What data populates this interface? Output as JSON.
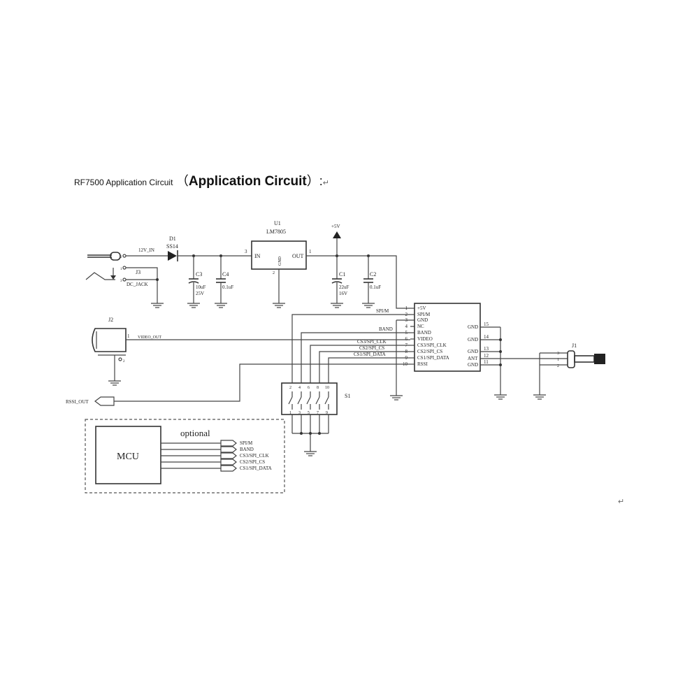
{
  "header": {
    "title_prefix": "RF7500 Application Circuit",
    "title_open": "（",
    "title_main": "Application Circuit",
    "title_close": "）:",
    "return_mark": "↵"
  },
  "power": {
    "supply_net": "12V_IN",
    "diode": {
      "ref": "D1",
      "part": "SS14"
    },
    "jack": {
      "ref": "J3",
      "part": "DC_JACK",
      "pins": [
        "2",
        "1",
        "3"
      ]
    },
    "regulator": {
      "ref": "U1",
      "part": "LM7805",
      "in_label": "IN",
      "out_label": "OUT",
      "gnd_label": "GND",
      "pin_in": "3",
      "pin_out": "1",
      "pin_gnd": "2"
    },
    "caps": [
      {
        "ref": "C3",
        "value": "10uF",
        "rating": "25V"
      },
      {
        "ref": "C4",
        "value": "0.1uF"
      },
      {
        "ref": "C1",
        "value": "22uF",
        "rating": "16V"
      },
      {
        "ref": "C2",
        "value": "0.1uF"
      }
    ],
    "vcc_label": "+5V"
  },
  "module": {
    "left_pins": [
      {
        "num": "1",
        "label": "+5V"
      },
      {
        "num": "2",
        "label": "SPI/M"
      },
      {
        "num": "3",
        "label": "GND"
      },
      {
        "num": "4",
        "label": "NC"
      },
      {
        "num": "5",
        "label": "BAND"
      },
      {
        "num": "6",
        "label": "VIDEO"
      },
      {
        "num": "7",
        "label": "CS3/SPI_CLK"
      },
      {
        "num": "8",
        "label": "CS2/SPI_CS"
      },
      {
        "num": "9",
        "label": "CS1/SPI_DATA"
      },
      {
        "num": "10",
        "label": "RSSI"
      }
    ],
    "right_pins": [
      {
        "num": "15",
        "label": "GND"
      },
      {
        "num": "14",
        "label": "GND"
      },
      {
        "num": "13",
        "label": "GND"
      },
      {
        "num": "12",
        "label": "ANT"
      },
      {
        "num": "11",
        "label": "GND"
      }
    ]
  },
  "nets": {
    "spi_m": "SPI/M",
    "band": "BAND",
    "cs3": "CS3/SPI_CLK",
    "cs2": "CS2/SPI_CS",
    "cs1": "CS1/SPI_DATA",
    "video_out": "VIDEO_OUT",
    "rssi_out": "RSSI_OUT"
  },
  "connectors": {
    "j2": {
      "ref": "J2",
      "pin1": "1",
      "pin2": "2"
    },
    "j1": {
      "ref": "J1",
      "pins": [
        "3",
        "1",
        "2"
      ]
    }
  },
  "switch": {
    "ref": "S1",
    "top_pins": [
      "2",
      "4",
      "6",
      "8",
      "10"
    ],
    "bottom_pins": [
      "1",
      "3",
      "5",
      "7",
      "9"
    ]
  },
  "optional": {
    "label": "optional",
    "mcu_label": "MCU",
    "signals": [
      "SPI/M",
      "BAND",
      "CS3/SPI_CLK",
      "CS2/SPI_CS",
      "CS1/SPI_DATA"
    ]
  }
}
